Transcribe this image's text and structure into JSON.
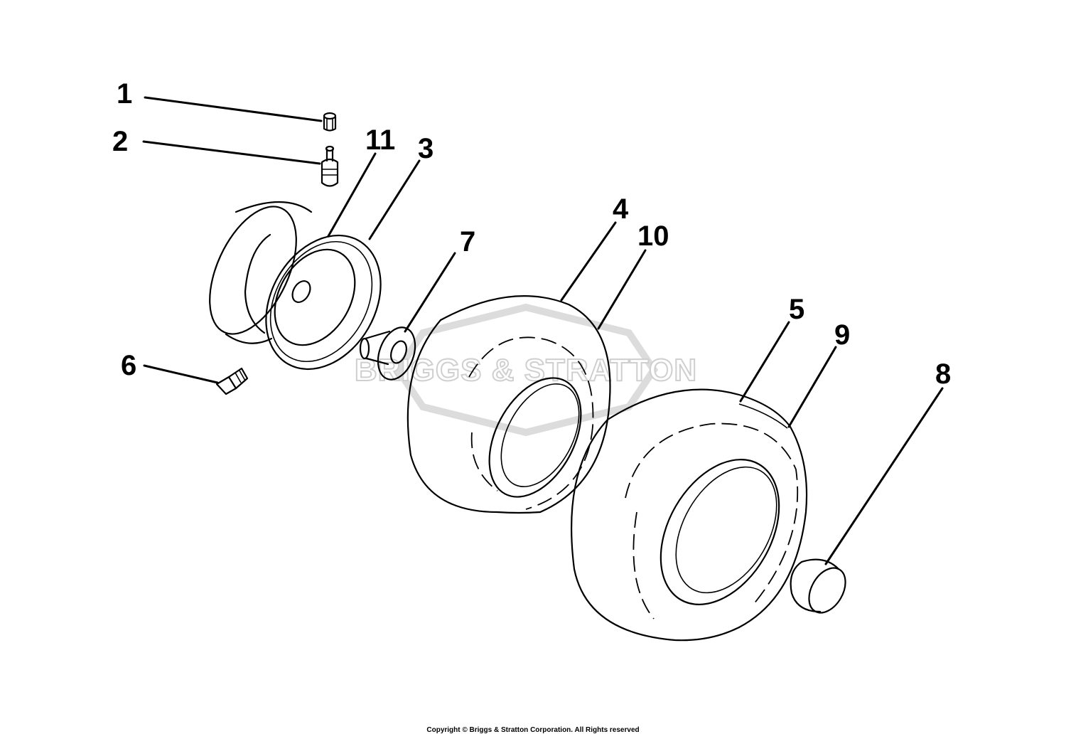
{
  "watermark": {
    "text": "BRIGGS & STRATTON"
  },
  "callouts": [
    {
      "id": "1",
      "label": "1"
    },
    {
      "id": "2",
      "label": "2"
    },
    {
      "id": "3",
      "label": "3"
    },
    {
      "id": "4",
      "label": "4"
    },
    {
      "id": "5",
      "label": "5"
    },
    {
      "id": "6",
      "label": "6"
    },
    {
      "id": "7",
      "label": "7"
    },
    {
      "id": "8",
      "label": "8"
    },
    {
      "id": "9",
      "label": "9"
    },
    {
      "id": "10",
      "label": "10"
    },
    {
      "id": "11",
      "label": "11"
    }
  ],
  "footer": {
    "copyright": "Copyright © Briggs & Stratton Corporation. All Rights reserved"
  }
}
